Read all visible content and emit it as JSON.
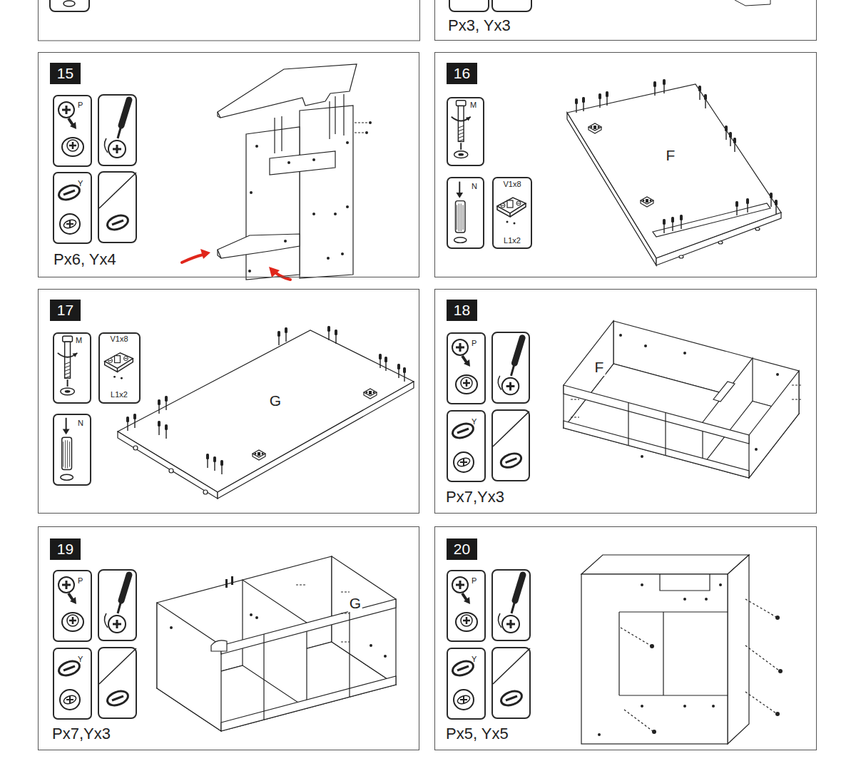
{
  "diagram": {
    "nodes": [
      {
        "text": [
          "Px3, Yx3"
        ]
      },
      {
        "text": [
          "15",
          "Px6, Yx4"
        ]
      },
      {
        "text": [
          "P"
        ],
        "in": 1
      },
      {
        "text": [
          "Y"
        ],
        "in": 1
      },
      {
        "text": [
          "16"
        ]
      },
      {
        "text": [
          "M"
        ],
        "in": 4
      },
      {
        "text": [
          "N"
        ],
        "in": 4
      },
      {
        "text": [
          "V1x8",
          "L1x2"
        ],
        "in": 4
      },
      {
        "text": [
          "17"
        ]
      },
      {
        "text": [
          "M"
        ],
        "in": 8
      },
      {
        "text": [
          "V1x8",
          "L1x2"
        ],
        "in": 8
      },
      {
        "text": [
          "N"
        ],
        "in": 8
      },
      {
        "text": [
          "18",
          "Px7,Yx3"
        ]
      },
      {
        "text": [
          "P"
        ],
        "in": 12
      },
      {
        "text": [
          "Y"
        ],
        "in": 12
      },
      {
        "text": [
          "19",
          "Px7,Yx3"
        ]
      },
      {
        "text": [
          "P"
        ],
        "in": 15
      },
      {
        "text": [
          "Y"
        ],
        "in": 15
      },
      {
        "text": [
          "20",
          "Px5, Yx5"
        ]
      },
      {
        "text": [
          "P"
        ],
        "in": 18
      },
      {
        "text": [
          "Y"
        ],
        "in": 18
      }
    ],
    "labels": [
      "F",
      "G",
      "F",
      "G"
    ]
  }
}
